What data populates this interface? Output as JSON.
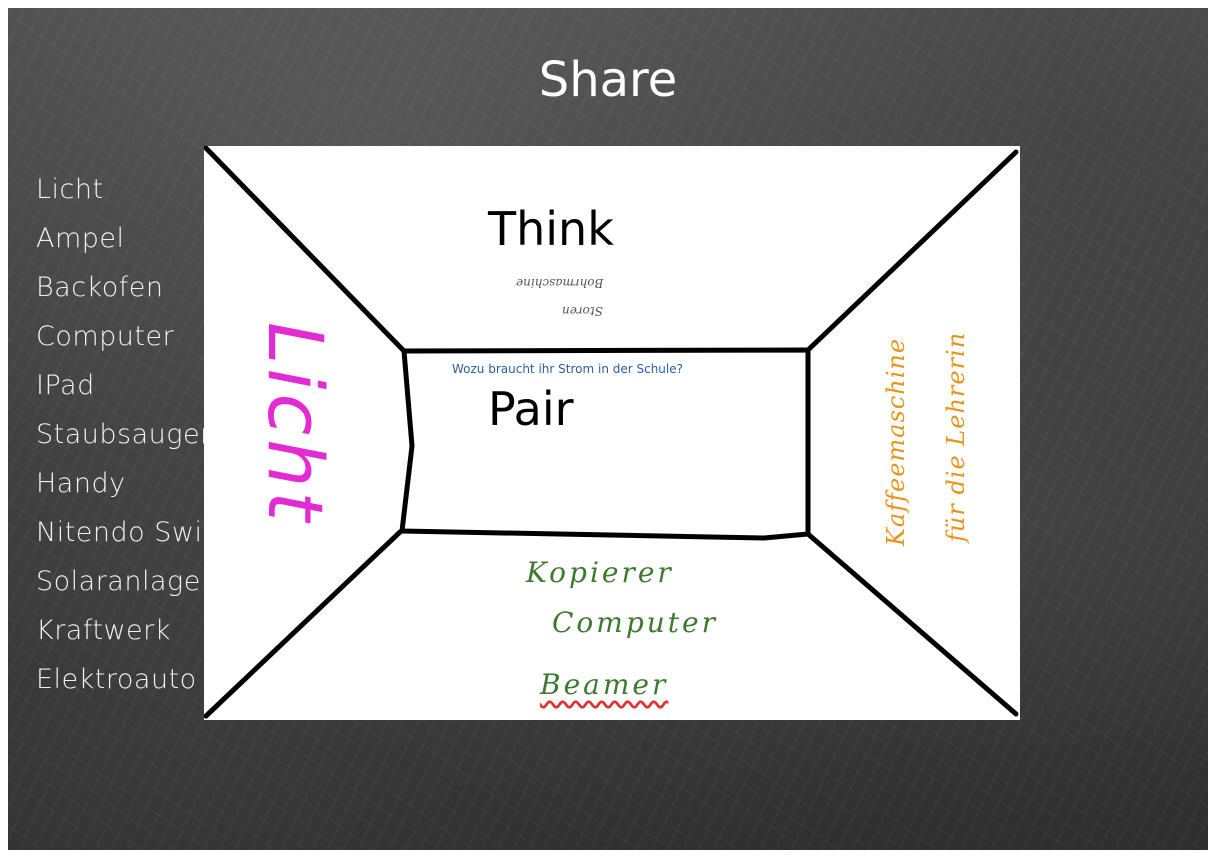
{
  "slide": {
    "title": "Share",
    "word_list": [
      "Licht",
      "Ampel",
      "Backofen",
      "Computer",
      "IPad",
      "Staubsauger",
      "Handy",
      "Nitendo Switch",
      "Solaranlage",
      "Kraftwerk",
      "Elektroauto"
    ]
  },
  "whiteboard": {
    "think_label": "Think",
    "pair_label": "Pair",
    "question": "Wozu braucht ihr Strom in der Schule?",
    "top_notes_upside_down": [
      "Bohrmaschine",
      "Storen"
    ],
    "bottom_notes": [
      "Kopierer",
      "Computer",
      "Beamer"
    ],
    "right_notes": [
      "Kaffeemaschine",
      "für die Lehrerin"
    ],
    "left_note": "Licht"
  },
  "colors": {
    "chalkboard": "#3b3b3b",
    "question_blue": "#2a5f9e",
    "green_ink": "#3d7a2e",
    "orange_ink": "#e8941a",
    "magenta_ink": "#e22bd3"
  }
}
